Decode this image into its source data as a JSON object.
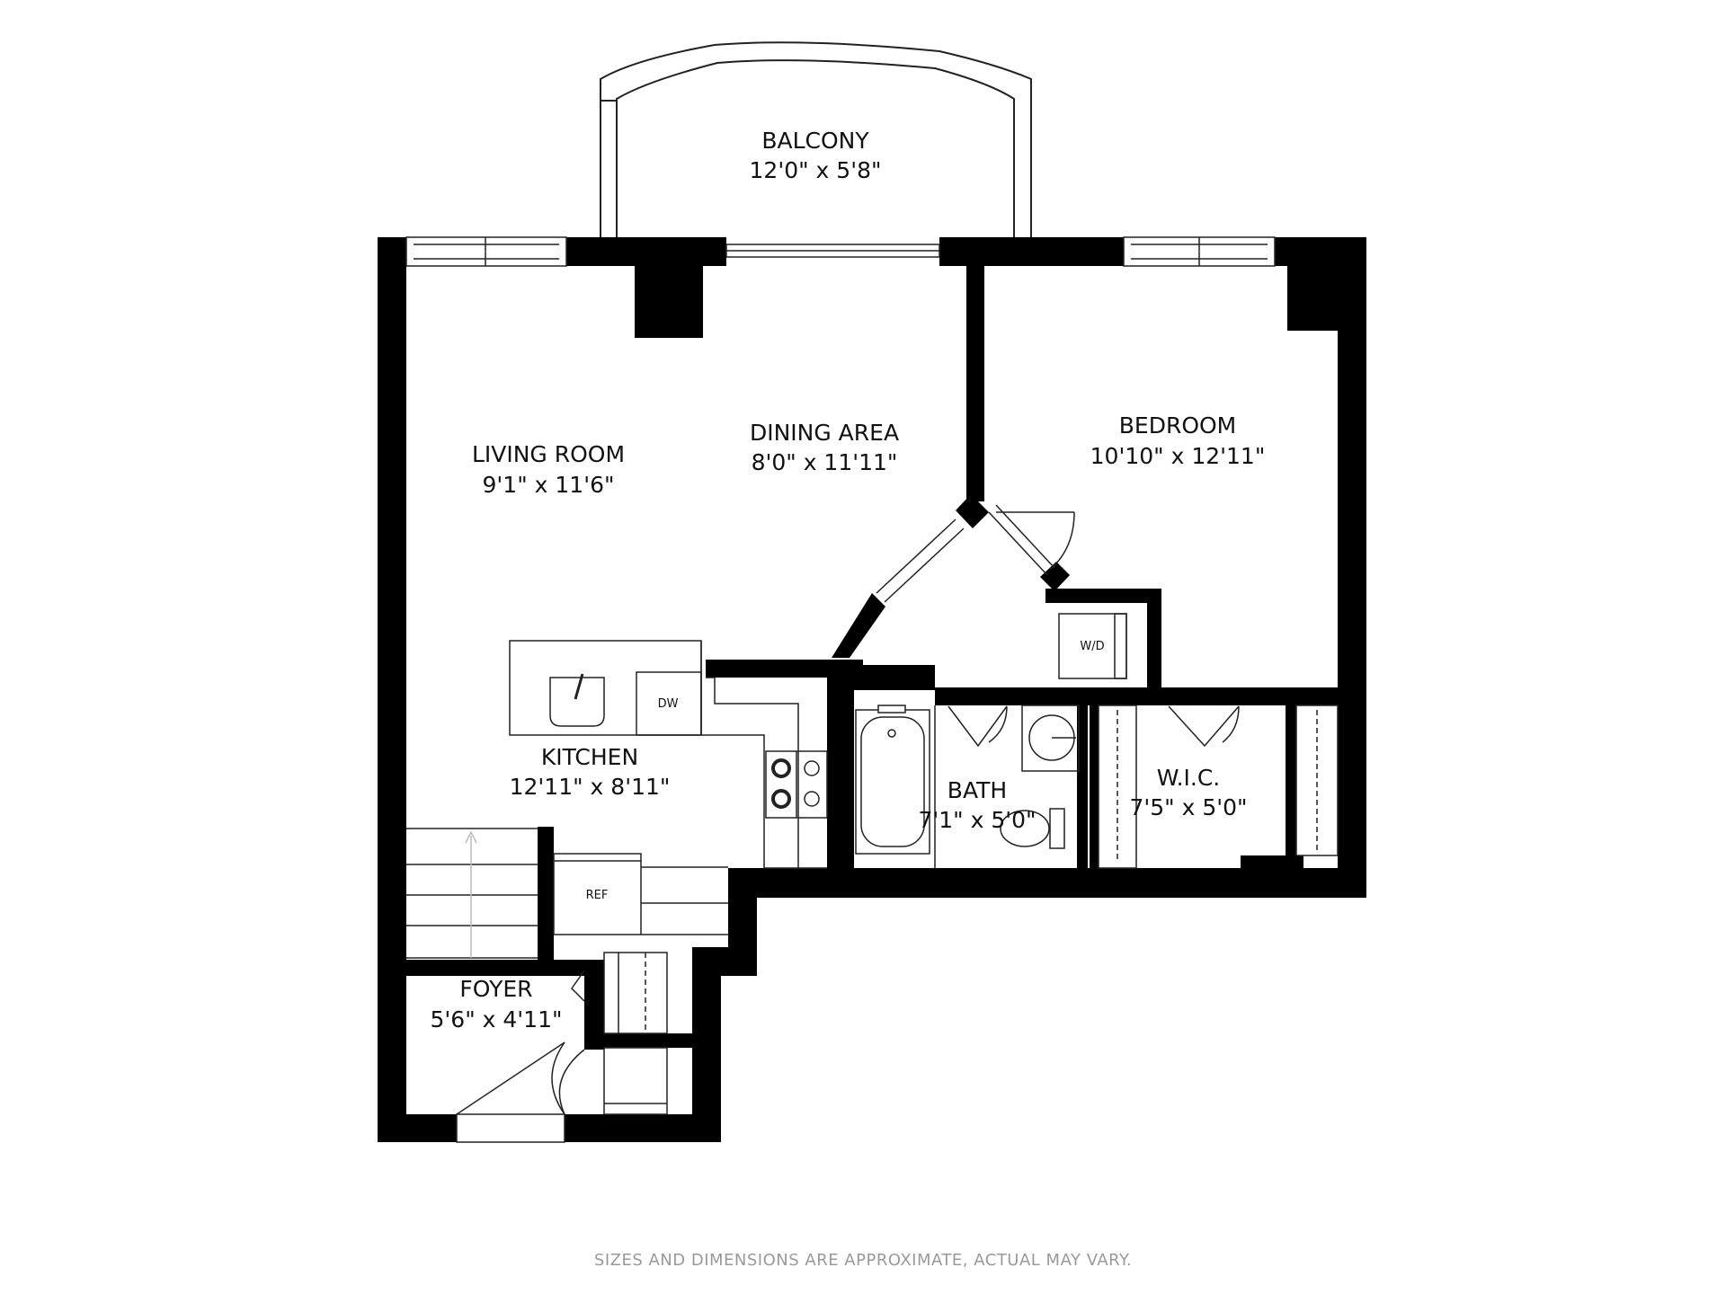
{
  "rooms": {
    "balcony": {
      "name": "BALCONY",
      "dims": "12'0\" x 5'8\""
    },
    "living": {
      "name": "LIVING ROOM",
      "dims": "9'1\" x 11'6\""
    },
    "dining": {
      "name": "DINING AREA",
      "dims": "8'0\" x 11'11\""
    },
    "bedroom": {
      "name": "BEDROOM",
      "dims": "10'10\" x 12'11\""
    },
    "kitchen": {
      "name": "KITCHEN",
      "dims": "12'11\" x 8'11\""
    },
    "bath": {
      "name": "BATH",
      "dims": "7'1\" x 5'0\""
    },
    "wic": {
      "name": "W.I.C.",
      "dims": "7'5\" x 5'0\""
    },
    "foyer": {
      "name": "FOYER",
      "dims": "5'6\" x 4'11\""
    }
  },
  "fixtures": {
    "dishwasher": "DW",
    "washer_dryer": "W/D",
    "refrigerator": "REF"
  },
  "disclaimer": "SIZES AND DIMENSIONS ARE APPROXIMATE, ACTUAL MAY VARY.",
  "colors": {
    "wall": "#000000",
    "line": "#222222",
    "text": "#111111",
    "disclaimer": "#9a9a9a"
  }
}
